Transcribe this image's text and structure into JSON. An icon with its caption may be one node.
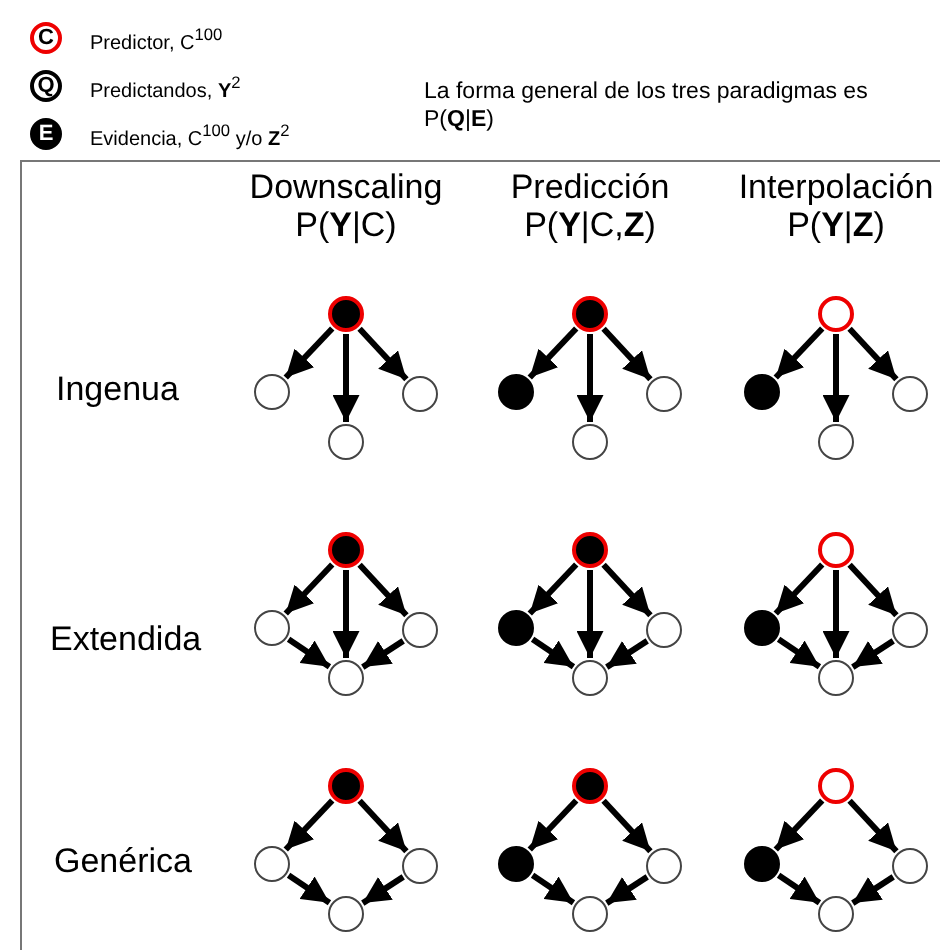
{
  "diagram": {
    "nodes": [
      {
        "text": [
          "C"
        ]
      },
      {
        "text": [
          "Q"
        ]
      },
      {
        "text": [
          "E"
        ]
      },
      {
        "text": [],
        "shape": "circle"
      },
      {
        "text": [],
        "shape": "circle"
      },
      {
        "text": [],
        "shape": "circle"
      },
      {
        "text": [],
        "shape": "circle"
      },
      {
        "text": [],
        "shape": "circle"
      },
      {
        "text": [],
        "shape": "circle"
      },
      {
        "text": [],
        "shape": "circle"
      },
      {
        "text": [],
        "shape": "circle"
      },
      {
        "text": [],
        "shape": "circle"
      },
      {
        "text": [],
        "shape": "circle"
      },
      {
        "text": [],
        "shape": "circle"
      },
      {
        "text": [],
        "shape": "circle"
      },
      {
        "text": [],
        "shape": "circle"
      },
      {
        "text": [],
        "shape": "circle"
      },
      {
        "text": [],
        "shape": "circle"
      },
      {
        "text": [],
        "shape": "circle"
      },
      {
        "text": [],
        "shape": "circle"
      },
      {
        "text": [],
        "shape": "circle"
      },
      {
        "text": [],
        "shape": "circle"
      },
      {
        "text": [],
        "shape": "circle"
      },
      {
        "text": [],
        "shape": "circle"
      },
      {
        "text": [],
        "shape": "circle"
      },
      {
        "text": [],
        "shape": "circle"
      },
      {
        "text": [],
        "shape": "circle"
      },
      {
        "text": [],
        "shape": "circle"
      },
      {
        "text": [],
        "shape": "circle"
      },
      {
        "text": [],
        "shape": "circle"
      },
      {
        "text": [],
        "shape": "circle"
      },
      {
        "text": [],
        "shape": "circle"
      },
      {
        "text": [],
        "shape": "circle"
      },
      {
        "text": [],
        "shape": "circle"
      },
      {
        "text": [],
        "shape": "circle"
      },
      {
        "text": [],
        "shape": "circle"
      },
      {
        "text": [],
        "shape": "circle"
      },
      {
        "text": [],
        "shape": "circle"
      },
      {
        "text": [],
        "shape": "circle"
      }
    ],
    "edges": [
      {
        "from": 3,
        "to": 4,
        "arrow": "to"
      },
      {
        "from": 3,
        "to": 6,
        "arrow": "to"
      },
      {
        "from": 3,
        "to": 5,
        "arrow": "to"
      },
      {
        "from": 7,
        "to": 8,
        "arrow": "to"
      },
      {
        "from": 7,
        "to": 10,
        "arrow": "to"
      },
      {
        "from": 7,
        "to": 9,
        "arrow": "to"
      },
      {
        "from": 11,
        "to": 12,
        "arrow": "to"
      },
      {
        "from": 11,
        "to": 14,
        "arrow": "to"
      },
      {
        "from": 11,
        "to": 13,
        "arrow": "to"
      },
      {
        "from": 15,
        "to": 16,
        "arrow": "to"
      },
      {
        "from": 15,
        "to": 18,
        "arrow": "to"
      },
      {
        "from": 15,
        "to": 17,
        "arrow": "to"
      },
      {
        "from": 16,
        "to": 18,
        "arrow": "to"
      },
      {
        "from": 17,
        "to": 18,
        "arrow": "to"
      },
      {
        "from": 19,
        "to": 20,
        "arrow": "to"
      },
      {
        "from": 19,
        "to": 22,
        "arrow": "to"
      },
      {
        "from": 19,
        "to": 21,
        "arrow": "to"
      },
      {
        "from": 20,
        "to": 22,
        "arrow": "to"
      },
      {
        "from": 21,
        "to": 22,
        "arrow": "to"
      },
      {
        "from": 23,
        "to": 24,
        "arrow": "to"
      },
      {
        "from": 23,
        "to": 26,
        "arrow": "to"
      },
      {
        "from": 23,
        "to": 25,
        "arrow": "to"
      },
      {
        "from": 24,
        "to": 26,
        "arrow": "to"
      },
      {
        "from": 25,
        "to": 26,
        "arrow": "to"
      },
      {
        "from": 27,
        "to": 28,
        "arrow": "to"
      },
      {
        "from": 27,
        "to": 29,
        "arrow": "to"
      },
      {
        "from": 28,
        "to": 30,
        "arrow": "to"
      },
      {
        "from": 29,
        "to": 30,
        "arrow": "to"
      },
      {
        "from": 31,
        "to": 32,
        "arrow": "to"
      },
      {
        "from": 31,
        "to": 33,
        "arrow": "to"
      },
      {
        "from": 32,
        "to": 34,
        "arrow": "to"
      },
      {
        "from": 33,
        "to": 34,
        "arrow": "to"
      },
      {
        "from": 35,
        "to": 36,
        "arrow": "to"
      },
      {
        "from": 35,
        "to": 37,
        "arrow": "to"
      },
      {
        "from": 36,
        "to": 38,
        "arrow": "to"
      },
      {
        "from": 37,
        "to": 38,
        "arrow": "to"
      }
    ],
    "labels": [
      "La forma general de los tres paradigmas es P(**Q**|**E**)",
      "Downscaling",
      "P(**Y**|C)",
      "Predicción",
      "P(**Y**|C,**Z**)",
      "Interpolación",
      "P(**Y**|**Z**)",
      "Ingenua",
      "Extendida",
      "Genérica"
    ],
    "legend": [
      {
        "text": "Predictor, C$^{100}$"
      },
      {
        "text": "Predictandos, **Y**$^{2}$"
      },
      {
        "text": "Evidencia, C$^{100}$ y/o **Z**$^{2}$"
      }
    ]
  }
}
